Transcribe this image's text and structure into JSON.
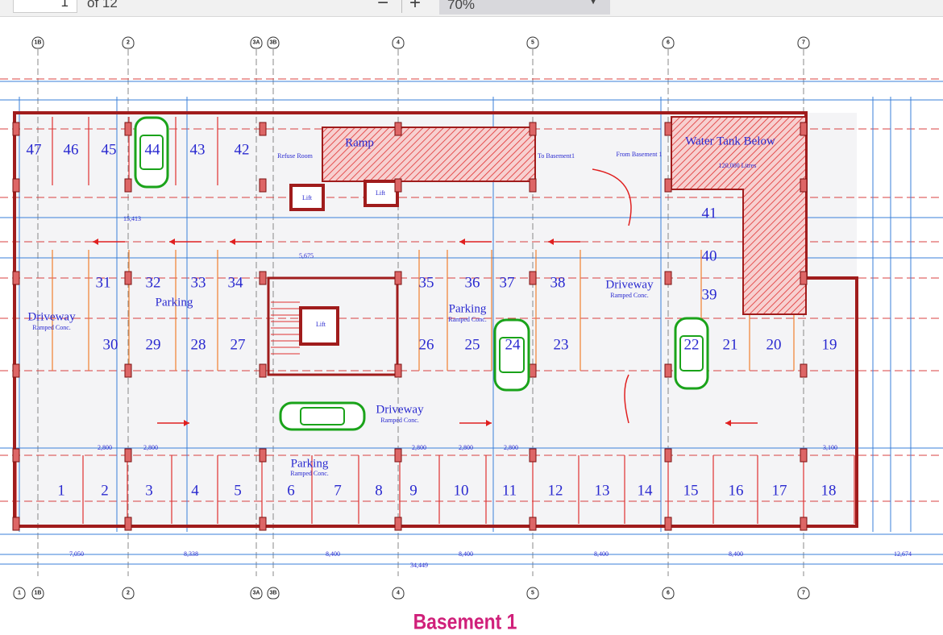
{
  "toolbar": {
    "page_current": "1",
    "page_of": "of 12",
    "zoom_out": "−",
    "zoom_in": "+",
    "zoom_level": "70%"
  },
  "grid_top": [
    "1B",
    "2",
    "3A",
    "3B",
    "4",
    "5",
    "6",
    "7"
  ],
  "grid_bottom": [
    "1",
    "1B",
    "2",
    "3A",
    "3B",
    "4",
    "5",
    "6",
    "7"
  ],
  "spaces": [
    "47",
    "46",
    "45",
    "44",
    "43",
    "42",
    "41",
    "40",
    "39",
    "31",
    "32",
    "33",
    "34",
    "35",
    "36",
    "37",
    "38",
    "30",
    "29",
    "28",
    "27",
    "26",
    "25",
    "24",
    "23",
    "22",
    "21",
    "20",
    "19",
    "1",
    "2",
    "3",
    "4",
    "5",
    "6",
    "7",
    "8",
    "9",
    "10",
    "11",
    "12",
    "13",
    "14",
    "15",
    "16",
    "17",
    "18"
  ],
  "areas": {
    "driveway": "Driveway",
    "parking": "Parking",
    "ramped_conc": "Ramped Conc.",
    "ramp": "Ramp",
    "refuse_room": "Refuse Room",
    "to_basement": "To Basement1",
    "from_basement": "From Basement 1",
    "water_tank": "Water Tank Below",
    "water_tank_capacity": "120,000 Litres",
    "lift": "Lift"
  },
  "dimensions": [
    "7,050",
    "8,338",
    "8,400",
    "8,400",
    "8,400",
    "8,400",
    "34,449",
    "12,674",
    "15,413",
    "5,675",
    "2,800",
    "2,800",
    "2,800",
    "3,100",
    "2,800",
    "2,800"
  ],
  "title": "Basement 1",
  "colors": {
    "title": "#d0207a",
    "wall": "#a01c1c",
    "text": "#2a2ad0",
    "car": "#1aa31a"
  }
}
